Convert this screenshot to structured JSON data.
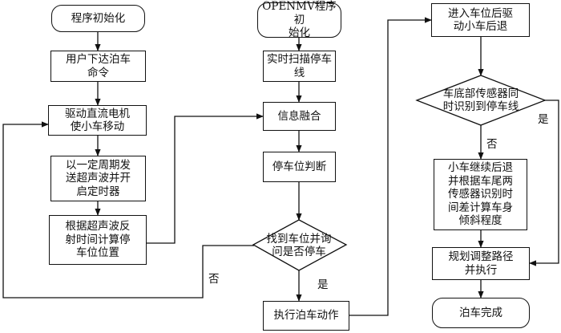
{
  "column1": {
    "start": "程序初始化",
    "user_command": "用户下达泊车\n命令",
    "drive_motor": "驱动直流电机\n使小车移动",
    "ultrasonic_timer": "以一定周期发\n送超声波并开\n启定时器",
    "compute_position": "根据超声波反\n射时间计算停\n车位位置"
  },
  "column2": {
    "openmv_init": "OPENMV程序初\n始化",
    "scan_lines": "实时扫描停车\n线",
    "info_fusion": "信息融合",
    "spot_judge": "停车位判断",
    "found_decision": "找到车位并询\n问是否停车",
    "execute_parking": "执行泊车动作"
  },
  "column3": {
    "reverse": "进入车位后驱\n动小车后退",
    "sensors_decision": "车底部传感器同\n时识别到停车线",
    "continue_reverse": "小车继续后退\n并根据车尾两\n传感器识别时\n间差计算车身\n倾斜程度",
    "plan_path": "规划调整路径\n并执行",
    "done": "泊车完成"
  },
  "labels": {
    "yes_1": "是",
    "no_1": "否",
    "yes_2": "是",
    "no_2": "否"
  }
}
